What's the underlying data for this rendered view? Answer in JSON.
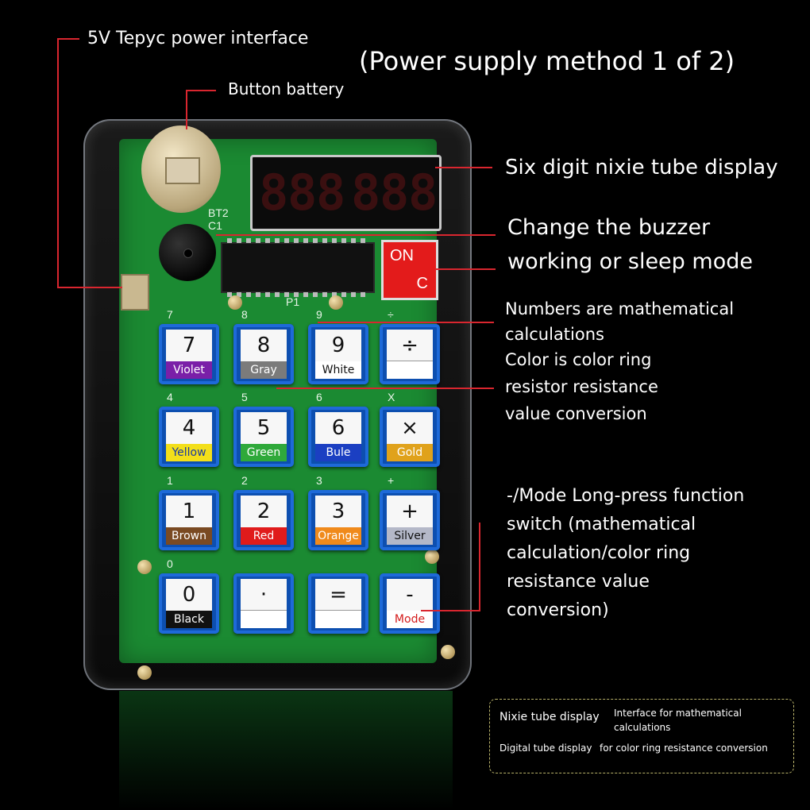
{
  "callouts": {
    "power_interface": "5V Tepyc power interface",
    "power_method": "(Power supply method 1 of 2)",
    "button_battery": "Button battery",
    "six_digit": "Six digit nixie tube display",
    "buzzer_line1": "Change the buzzer",
    "buzzer_line2": "working or sleep mode",
    "numbers_line1": "Numbers are mathematical",
    "numbers_line2": "calculations",
    "numbers_line3": "Color is color ring",
    "numbers_line4": "resistor resistance",
    "numbers_line5": "value conversion",
    "mode_line1": "-/Mode Long-press function",
    "mode_line2": "switch (mathematical",
    "mode_line3": "calculation/color ring",
    "mode_line4": "resistance value",
    "mode_line5": "conversion)"
  },
  "device": {
    "on_top": "ON",
    "on_bottom": "C",
    "silk_bt": "BT2",
    "silk_c1": "C1",
    "silk_p1": "P1",
    "display_digits": [
      "8",
      "8",
      "8",
      "8",
      "8",
      "8"
    ]
  },
  "keys": [
    {
      "sym": "7",
      "band": "Violet",
      "band_bg": "#7a1fa8",
      "band_fg": "#ffffff",
      "label": "7"
    },
    {
      "sym": "8",
      "band": "Gray",
      "band_bg": "#7b7b7b",
      "band_fg": "#ffffff",
      "label": "8"
    },
    {
      "sym": "9",
      "band": "White",
      "band_bg": "#ffffff",
      "band_fg": "#111111",
      "label": "9"
    },
    {
      "sym": "÷",
      "band": "",
      "band_bg": "#ffffff",
      "band_fg": "#111111",
      "label": "÷"
    },
    {
      "sym": "4",
      "band": "Yellow",
      "band_bg": "#f3df1a",
      "band_fg": "#1a3aa0",
      "label": "4"
    },
    {
      "sym": "5",
      "band": "Green",
      "band_bg": "#2fa93a",
      "band_fg": "#ffffff",
      "label": "5"
    },
    {
      "sym": "6",
      "band": "Bule",
      "band_bg": "#1b3fc2",
      "band_fg": "#ffffff",
      "label": "6"
    },
    {
      "sym": "×",
      "band": "Gold",
      "band_bg": "#e0a21b",
      "band_fg": "#ffffff",
      "label": "X"
    },
    {
      "sym": "1",
      "band": "Brown",
      "band_bg": "#7a4a22",
      "band_fg": "#ffffff",
      "label": "1"
    },
    {
      "sym": "2",
      "band": "Red",
      "band_bg": "#e01b1b",
      "band_fg": "#ffffff",
      "label": "2"
    },
    {
      "sym": "3",
      "band": "Orange",
      "band_bg": "#f08a1b",
      "band_fg": "#ffffff",
      "label": "3"
    },
    {
      "sym": "+",
      "band": "Silver",
      "band_bg": "#b4b8c8",
      "band_fg": "#111111",
      "label": "+"
    },
    {
      "sym": "0",
      "band": "Black",
      "band_bg": "#111111",
      "band_fg": "#ffffff",
      "label": "0"
    },
    {
      "sym": "·",
      "band": "",
      "band_bg": "#ffffff",
      "band_fg": "#111111",
      "label": ""
    },
    {
      "sym": "=",
      "band": "",
      "band_bg": "#ffffff",
      "band_fg": "#111111",
      "label": ""
    },
    {
      "sym": "-",
      "band": "Mode",
      "band_bg": "#ffffff",
      "band_fg": "#d41b1b",
      "label": ""
    }
  ],
  "legend": {
    "nixie": "Nixie tube display",
    "nixie_desc": "Interface for mathematical calculations",
    "digital": "Digital tube display",
    "digital_desc": "for color ring resistance conversion"
  },
  "colors": {
    "accent_line": "#d9262f",
    "pcb": "#1b8a32"
  }
}
